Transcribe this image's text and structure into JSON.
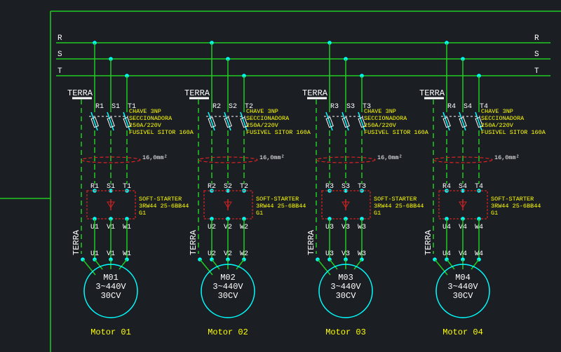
{
  "bus": {
    "phases": [
      "R",
      "S",
      "T"
    ]
  },
  "labels": {
    "ground": "TERRA",
    "switch_desc": [
      "CHAVE 3NP",
      "SECCIONADORA",
      "250A/220V",
      "FUSIVEL SITOR 160A"
    ],
    "cable": "16,0mm²",
    "soft_desc": [
      "SOFT-STARTER",
      "3RW44 25-6BB44",
      "G1"
    ],
    "motor_rating": [
      "3~440V",
      "30CV"
    ]
  },
  "groups": [
    {
      "inputs": [
        "R1",
        "S1",
        "T1"
      ],
      "soft_in": [
        "R1",
        "S1",
        "T1"
      ],
      "soft_out": [
        "U1",
        "V1",
        "W1"
      ],
      "motor_terms": [
        "U1",
        "V1",
        "W1"
      ],
      "motor_id": "M01",
      "motor_name": "Motor 01"
    },
    {
      "inputs": [
        "R2",
        "S2",
        "T2"
      ],
      "soft_in": [
        "R2",
        "S2",
        "T2"
      ],
      "soft_out": [
        "U2",
        "V2",
        "W2"
      ],
      "motor_terms": [
        "U2",
        "V2",
        "W2"
      ],
      "motor_id": "M02",
      "motor_name": "Motor 02"
    },
    {
      "inputs": [
        "R3",
        "S3",
        "T3"
      ],
      "soft_in": [
        "R3",
        "S3",
        "T3"
      ],
      "soft_out": [
        "U3",
        "V3",
        "W3"
      ],
      "motor_terms": [
        "U3",
        "V3",
        "W3"
      ],
      "motor_id": "M03",
      "motor_name": "Motor 03"
    },
    {
      "inputs": [
        "R4",
        "S4",
        "T4"
      ],
      "soft_in": [
        "R4",
        "S4",
        "T4"
      ],
      "soft_out": [
        "U4",
        "V4",
        "W4"
      ],
      "motor_terms": [
        "U4",
        "V4",
        "W4"
      ],
      "motor_id": "M04",
      "motor_name": "Motor 04"
    }
  ],
  "colors": {
    "background": "#1b1f24",
    "wire": "#22cc22",
    "node": "#00ffff",
    "text": "#ffffff",
    "annotation": "#ffff00",
    "soft_box": "#cc2222",
    "cable_mark": "#dd2222",
    "motor": "#00ffff"
  }
}
